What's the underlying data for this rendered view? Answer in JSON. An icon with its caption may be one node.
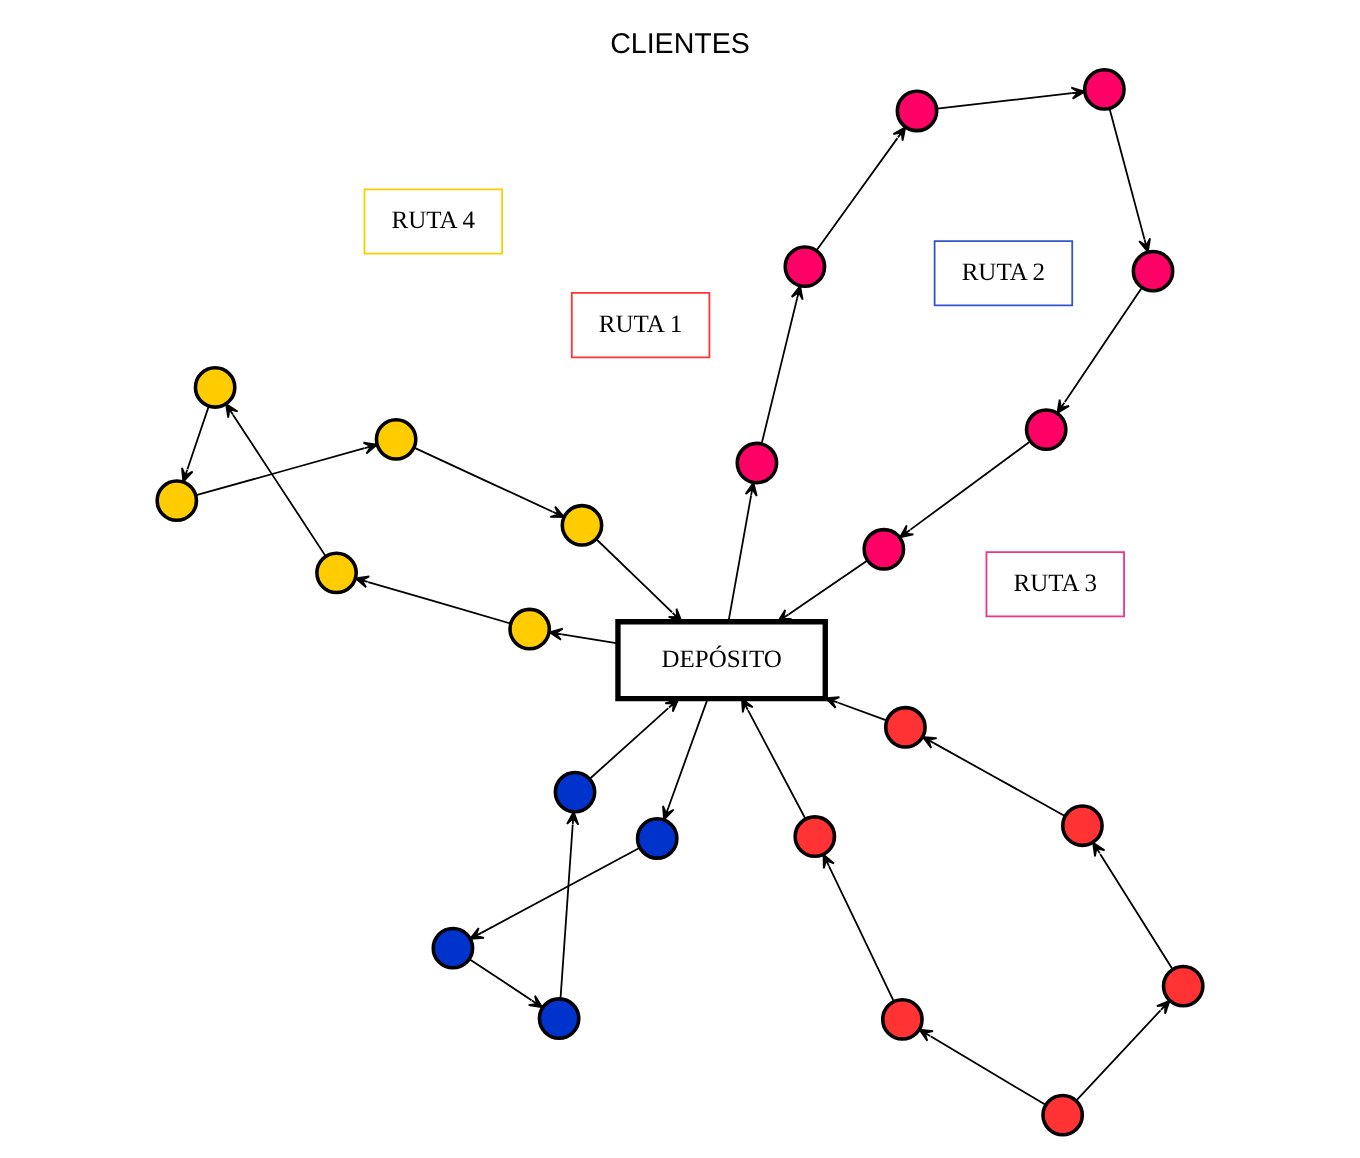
{
  "diagram": {
    "title": "CLIENTES",
    "nodes": [
      {
        "text": [
          "DEPÓSITO"
        ]
      },
      {
        "text": [
          "RUTA 1"
        ]
      },
      {
        "text": [
          "RUTA 2"
        ]
      },
      {
        "text": [
          "RUTA 3"
        ]
      },
      {
        "text": [
          "RUTA 4"
        ]
      },
      {
        "text": [],
        "shape": "circle"
      },
      {
        "text": [],
        "shape": "circle"
      },
      {
        "text": [],
        "shape": "circle"
      },
      {
        "text": [],
        "shape": "circle"
      },
      {
        "text": [],
        "shape": "circle"
      },
      {
        "text": [],
        "shape": "circle"
      },
      {
        "text": [],
        "shape": "circle"
      },
      {
        "text": [],
        "shape": "circle"
      },
      {
        "text": [],
        "shape": "circle"
      },
      {
        "text": [],
        "shape": "circle"
      },
      {
        "text": [],
        "shape": "circle"
      },
      {
        "text": [],
        "shape": "circle"
      },
      {
        "text": [],
        "shape": "circle"
      },
      {
        "text": [],
        "shape": "circle"
      },
      {
        "text": [],
        "shape": "circle"
      },
      {
        "text": [],
        "shape": "circle"
      },
      {
        "text": [],
        "shape": "circle"
      },
      {
        "text": [],
        "shape": "circle"
      },
      {
        "text": [],
        "shape": "circle"
      },
      {
        "text": [],
        "shape": "circle"
      },
      {
        "text": [],
        "shape": "circle"
      },
      {
        "text": [],
        "shape": "circle"
      },
      {
        "text": [],
        "shape": "circle"
      }
    ],
    "edges": [
      {
        "from": 5,
        "to": 6,
        "arrow": "to"
      },
      {
        "from": 6,
        "to": 10,
        "arrow": "to"
      },
      {
        "from": 10,
        "to": 0,
        "arrow": "to"
      },
      {
        "from": 5,
        "to": 7,
        "arrow": "to"
      },
      {
        "from": 7,
        "to": 8,
        "arrow": "to"
      },
      {
        "from": 8,
        "to": 9,
        "arrow": "to"
      },
      {
        "from": 9,
        "to": 0,
        "arrow": "to"
      },
      {
        "from": 0,
        "to": 11,
        "arrow": "to"
      },
      {
        "from": 11,
        "to": 12,
        "arrow": "to"
      },
      {
        "from": 12,
        "to": 13,
        "arrow": "to"
      },
      {
        "from": 13,
        "to": 14,
        "arrow": "to"
      },
      {
        "from": 14,
        "to": 0,
        "arrow": "to"
      },
      {
        "from": 0,
        "to": 15,
        "arrow": "to"
      },
      {
        "from": 15,
        "to": 16,
        "arrow": "to"
      },
      {
        "from": 16,
        "to": 17,
        "arrow": "to"
      },
      {
        "from": 17,
        "to": 18,
        "arrow": "to"
      },
      {
        "from": 18,
        "to": 19,
        "arrow": "to"
      },
      {
        "from": 19,
        "to": 20,
        "arrow": "to"
      },
      {
        "from": 20,
        "to": 21,
        "arrow": "to"
      },
      {
        "from": 21,
        "to": 0,
        "arrow": "to"
      },
      {
        "from": 0,
        "to": 22,
        "arrow": "to"
      },
      {
        "from": 22,
        "to": 23,
        "arrow": "to"
      },
      {
        "from": 23,
        "to": 24,
        "arrow": "to"
      },
      {
        "from": 24,
        "to": 25,
        "arrow": "to"
      },
      {
        "from": 25,
        "to": 26,
        "arrow": "to"
      },
      {
        "from": 26,
        "to": 27,
        "arrow": "to"
      },
      {
        "from": 27,
        "to": 0,
        "arrow": "to"
      }
    ]
  }
}
